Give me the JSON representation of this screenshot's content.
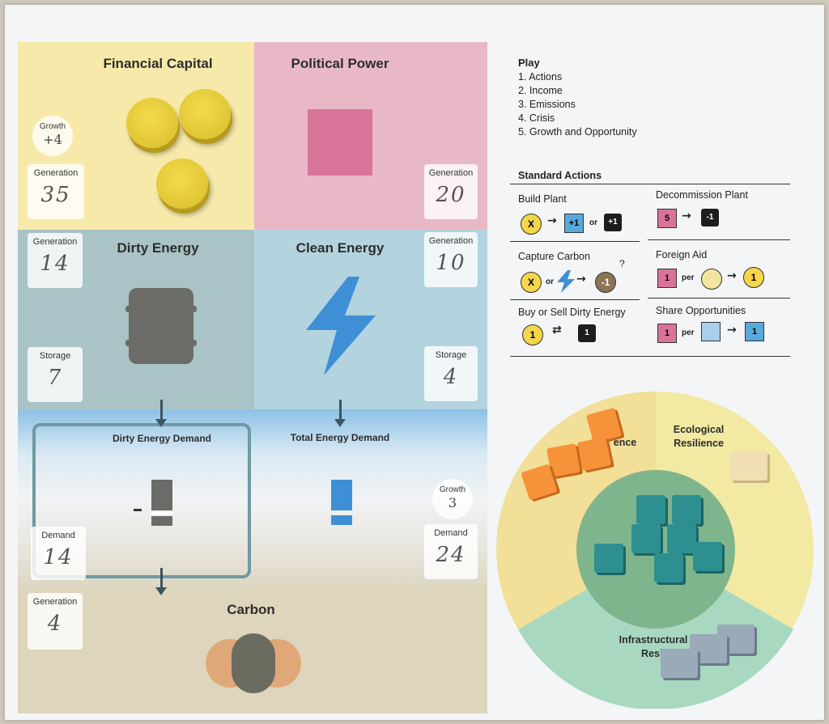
{
  "board": {
    "financial": {
      "title": "Financial Capital",
      "growth_label": "Growth",
      "growth_value": "+4",
      "generation_label": "Generation",
      "generation_value": "35"
    },
    "political": {
      "title": "Political Power",
      "generation_label": "Generation",
      "generation_value": "20"
    },
    "dirty": {
      "title": "Dirty Energy",
      "generation_label": "Generation",
      "generation_value": "14",
      "storage_label": "Storage",
      "storage_value": "7"
    },
    "clean": {
      "title": "Clean Energy",
      "generation_label": "Generation",
      "generation_value": "10",
      "storage_label": "Storage",
      "storage_value": "4"
    },
    "dirty_demand": {
      "title": "Dirty Energy Demand",
      "demand_label": "Demand",
      "demand_value": "14"
    },
    "total_demand": {
      "title": "Total Energy Demand",
      "growth_label": "Growth",
      "growth_value": "3",
      "demand_label": "Demand",
      "demand_value": "24"
    },
    "carbon": {
      "title": "Carbon",
      "generation_label": "Generation",
      "generation_value": "4"
    }
  },
  "play": {
    "title": "Play",
    "steps": [
      "1. Actions",
      "2. Income",
      "3. Emissions",
      "4. Crisis",
      "5. Growth and Opportunity"
    ]
  },
  "standard_actions": {
    "title": "Standard Actions",
    "items": [
      {
        "label": "Build Plant"
      },
      {
        "label": "Decommission Plant"
      },
      {
        "label": "Capture Carbon"
      },
      {
        "label": "Foreign Aid"
      },
      {
        "label": "Buy or Sell Dirty Energy"
      },
      {
        "label": "Share Opportunities"
      }
    ],
    "icons": {
      "x": "X",
      "or": "or",
      "per": "per",
      "plus_one": "+1",
      "five": "5",
      "minus_one": "-1",
      "one": "1",
      "question": "?"
    }
  },
  "resilience": {
    "ecological": "Ecological\nResilience",
    "ecological_line1": "Ecological",
    "ecological_line2": "Resilience",
    "social_partial": "ence",
    "infra_line1": "Infrastructural",
    "infra_line2": "Resil"
  },
  "colors": {
    "financial": "#f7e9a9",
    "political": "#e9b8c6",
    "dirty": "#a9c3c6",
    "clean": "#b3d3df",
    "carbon": "#ddd6bd",
    "pink_token": "#d9739a",
    "blue_bolt": "#3f8fd6"
  }
}
